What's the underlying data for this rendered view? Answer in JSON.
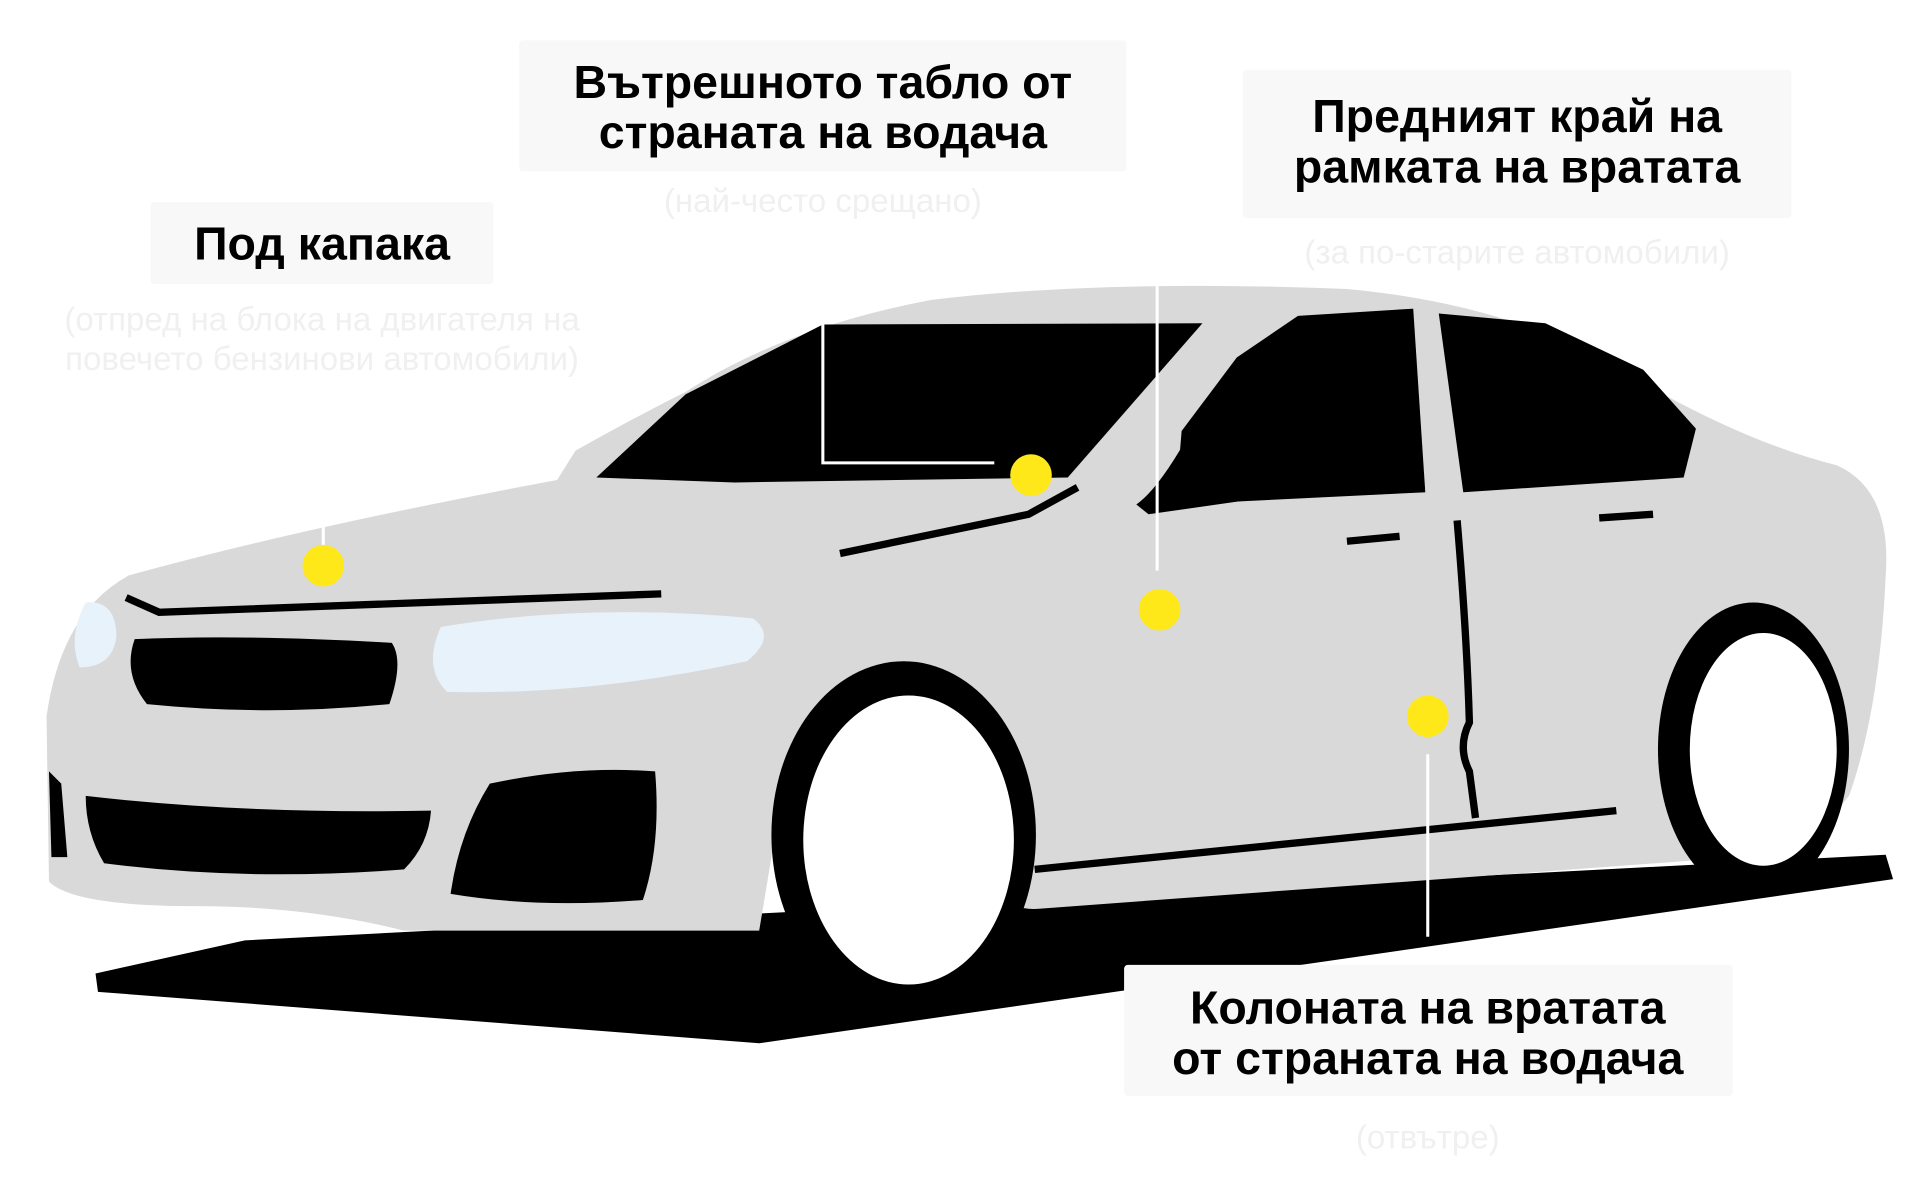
{
  "labels": [
    {
      "lines": [
        "Под капака"
      ],
      "note": [
        "(отпред на блока на двигателя на",
        "повечето бензинови автомобили)"
      ]
    },
    {
      "lines": [
        "Вътрешното табло от",
        "страната на водача"
      ],
      "note": [
        "(най-често срещано)"
      ]
    },
    {
      "lines": [
        "Предният край на",
        "рамката на вратата"
      ],
      "note": [
        "(за по-старите автомобили)"
      ]
    },
    {
      "lines": [
        "Колоната на вратата",
        "от страната на водача"
      ],
      "note": [
        "(отвътре)"
      ]
    }
  ],
  "colors": {
    "body": "#d9d9d9",
    "marker": "#ffe81a",
    "glass": "#000000",
    "headlight": "#e8f2fa"
  }
}
